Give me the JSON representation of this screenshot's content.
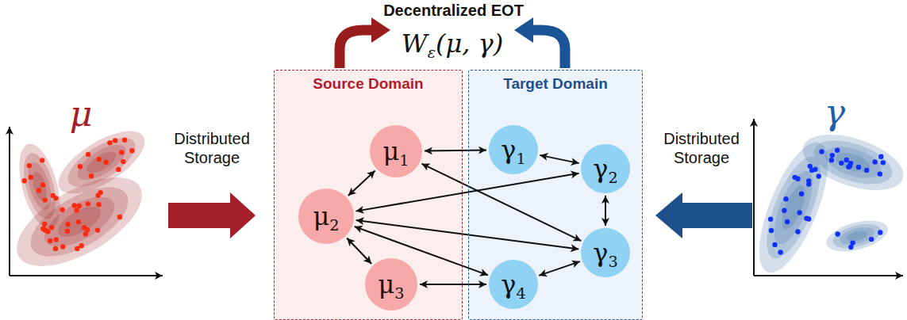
{
  "diagram": {
    "title": "Decentralized EOT",
    "nodes": [
      {
        "text": [
          "Source Domain"
        ]
      },
      {
        "text": [
          "Target Domain"
        ]
      },
      {
        "text": [
          "μ1"
        ],
        "in": 0
      },
      {
        "text": [
          "μ2"
        ],
        "in": 0
      },
      {
        "text": [
          "μ3"
        ],
        "in": 0
      },
      {
        "text": [
          "γ1"
        ],
        "in": 1
      },
      {
        "text": [
          "γ2"
        ],
        "in": 1
      },
      {
        "text": [
          "γ3"
        ],
        "in": 1
      },
      {
        "text": [
          "γ4"
        ],
        "in": 1
      }
    ],
    "edges": [
      {
        "from": 2,
        "to": 5,
        "arrow": "both"
      },
      {
        "from": 2,
        "to": 3,
        "arrow": "both"
      },
      {
        "from": 3,
        "to": 4,
        "arrow": "both"
      },
      {
        "from": 3,
        "to": 6,
        "arrow": "both"
      },
      {
        "from": 2,
        "to": 7,
        "arrow": "both"
      },
      {
        "from": 3,
        "to": 7,
        "arrow": "both"
      },
      {
        "from": 3,
        "to": 8,
        "arrow": "both"
      },
      {
        "from": 4,
        "to": 8,
        "arrow": "both"
      },
      {
        "from": 5,
        "to": 6,
        "arrow": "both"
      },
      {
        "from": 6,
        "to": 7,
        "arrow": "both"
      },
      {
        "from": 8,
        "to": 7,
        "arrow": "both"
      }
    ],
    "labels": [
      "Wε(μ, γ)",
      "Distributed Storage",
      "Distributed Storage",
      "μ",
      "γ"
    ]
  }
}
